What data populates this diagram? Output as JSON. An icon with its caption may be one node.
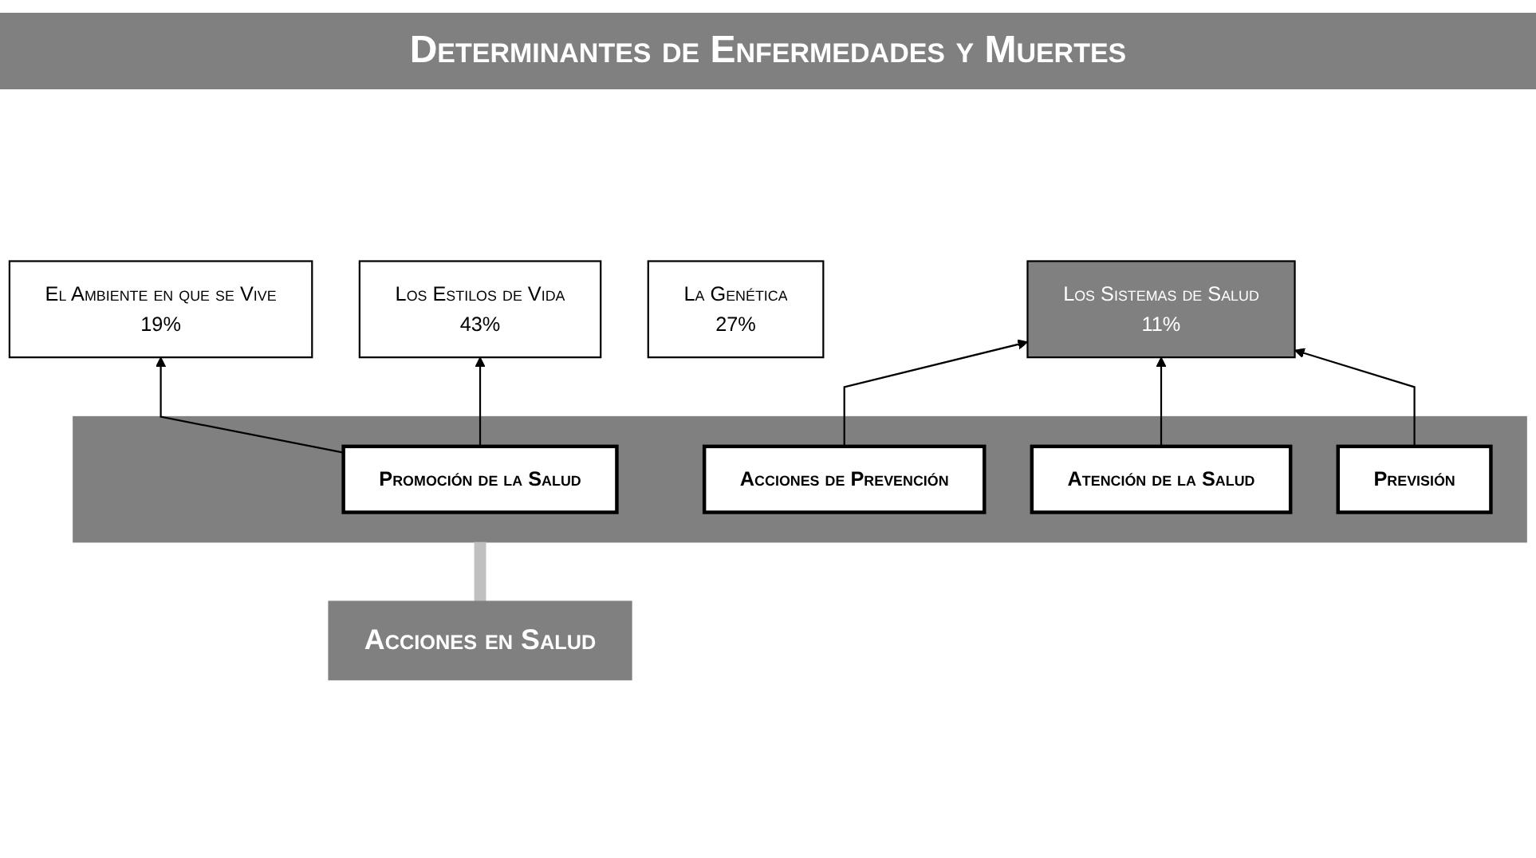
{
  "diagram": {
    "title": "Determinantes de  Enfermedades y Muertes",
    "nodes": [
      {
        "text": [
          "El Ambiente en que se Vive",
          "19%"
        ]
      },
      {
        "text": [
          "Los Estilos de Vida",
          "43%"
        ]
      },
      {
        "text": [
          "La Genética",
          "27%"
        ]
      },
      {
        "text": [
          "Los Sistemas de Salud",
          "11%"
        ]
      },
      {
        "text": [],
        "shape": "band"
      },
      {
        "text": [
          "Promoción de la Salud"
        ],
        "in": 4
      },
      {
        "text": [
          "Acciones de Prevención"
        ],
        "in": 4
      },
      {
        "text": [
          "Atención de la Salud"
        ],
        "in": 4
      },
      {
        "text": [
          "Previsión"
        ],
        "in": 4
      },
      {
        "text": [
          "Acciones en Salud"
        ]
      }
    ],
    "edges": [
      {
        "from": 5,
        "to": 0,
        "arrow": "to"
      },
      {
        "from": 5,
        "to": 1,
        "arrow": "to"
      },
      {
        "from": 6,
        "to": 3,
        "arrow": "to"
      },
      {
        "from": 7,
        "to": 3,
        "arrow": "to"
      },
      {
        "from": 8,
        "to": 3,
        "arrow": "to"
      },
      {
        "from": 4,
        "to": 9,
        "arrow": "none",
        "style": "thick",
        "color": "#c0c0c0"
      }
    ]
  }
}
